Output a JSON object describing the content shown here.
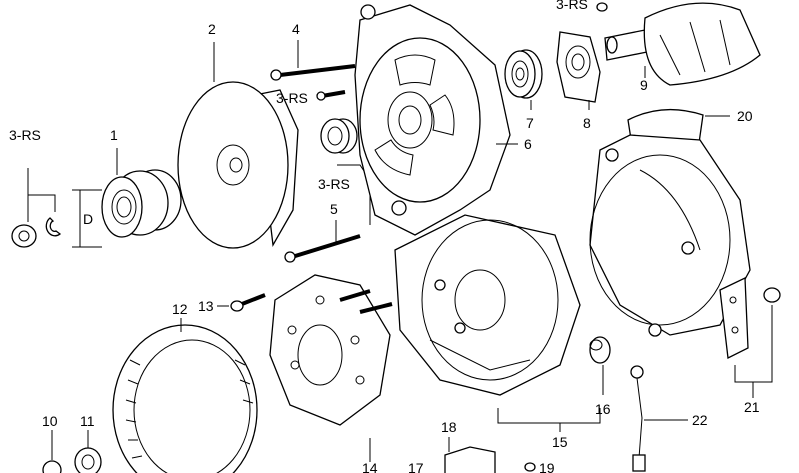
{
  "diagram": {
    "callouts": {
      "c1": "1",
      "c2": "2",
      "c3rs_left": "3-RS",
      "c3rs_mid": "3-RS",
      "c3rs_low": "3-RS",
      "c3rs_top": "3-RS",
      "c4": "4",
      "c5": "5",
      "c6": "6",
      "c7": "7",
      "c8": "8",
      "c9": "9",
      "c10": "10",
      "c11": "11",
      "c12": "12",
      "c13": "13",
      "c14": "14",
      "c15": "15",
      "c16": "16",
      "c17": "17",
      "c18": "18",
      "c19": "19",
      "c20": "20",
      "c21": "21",
      "c22": "22"
    },
    "dimension": "D"
  }
}
